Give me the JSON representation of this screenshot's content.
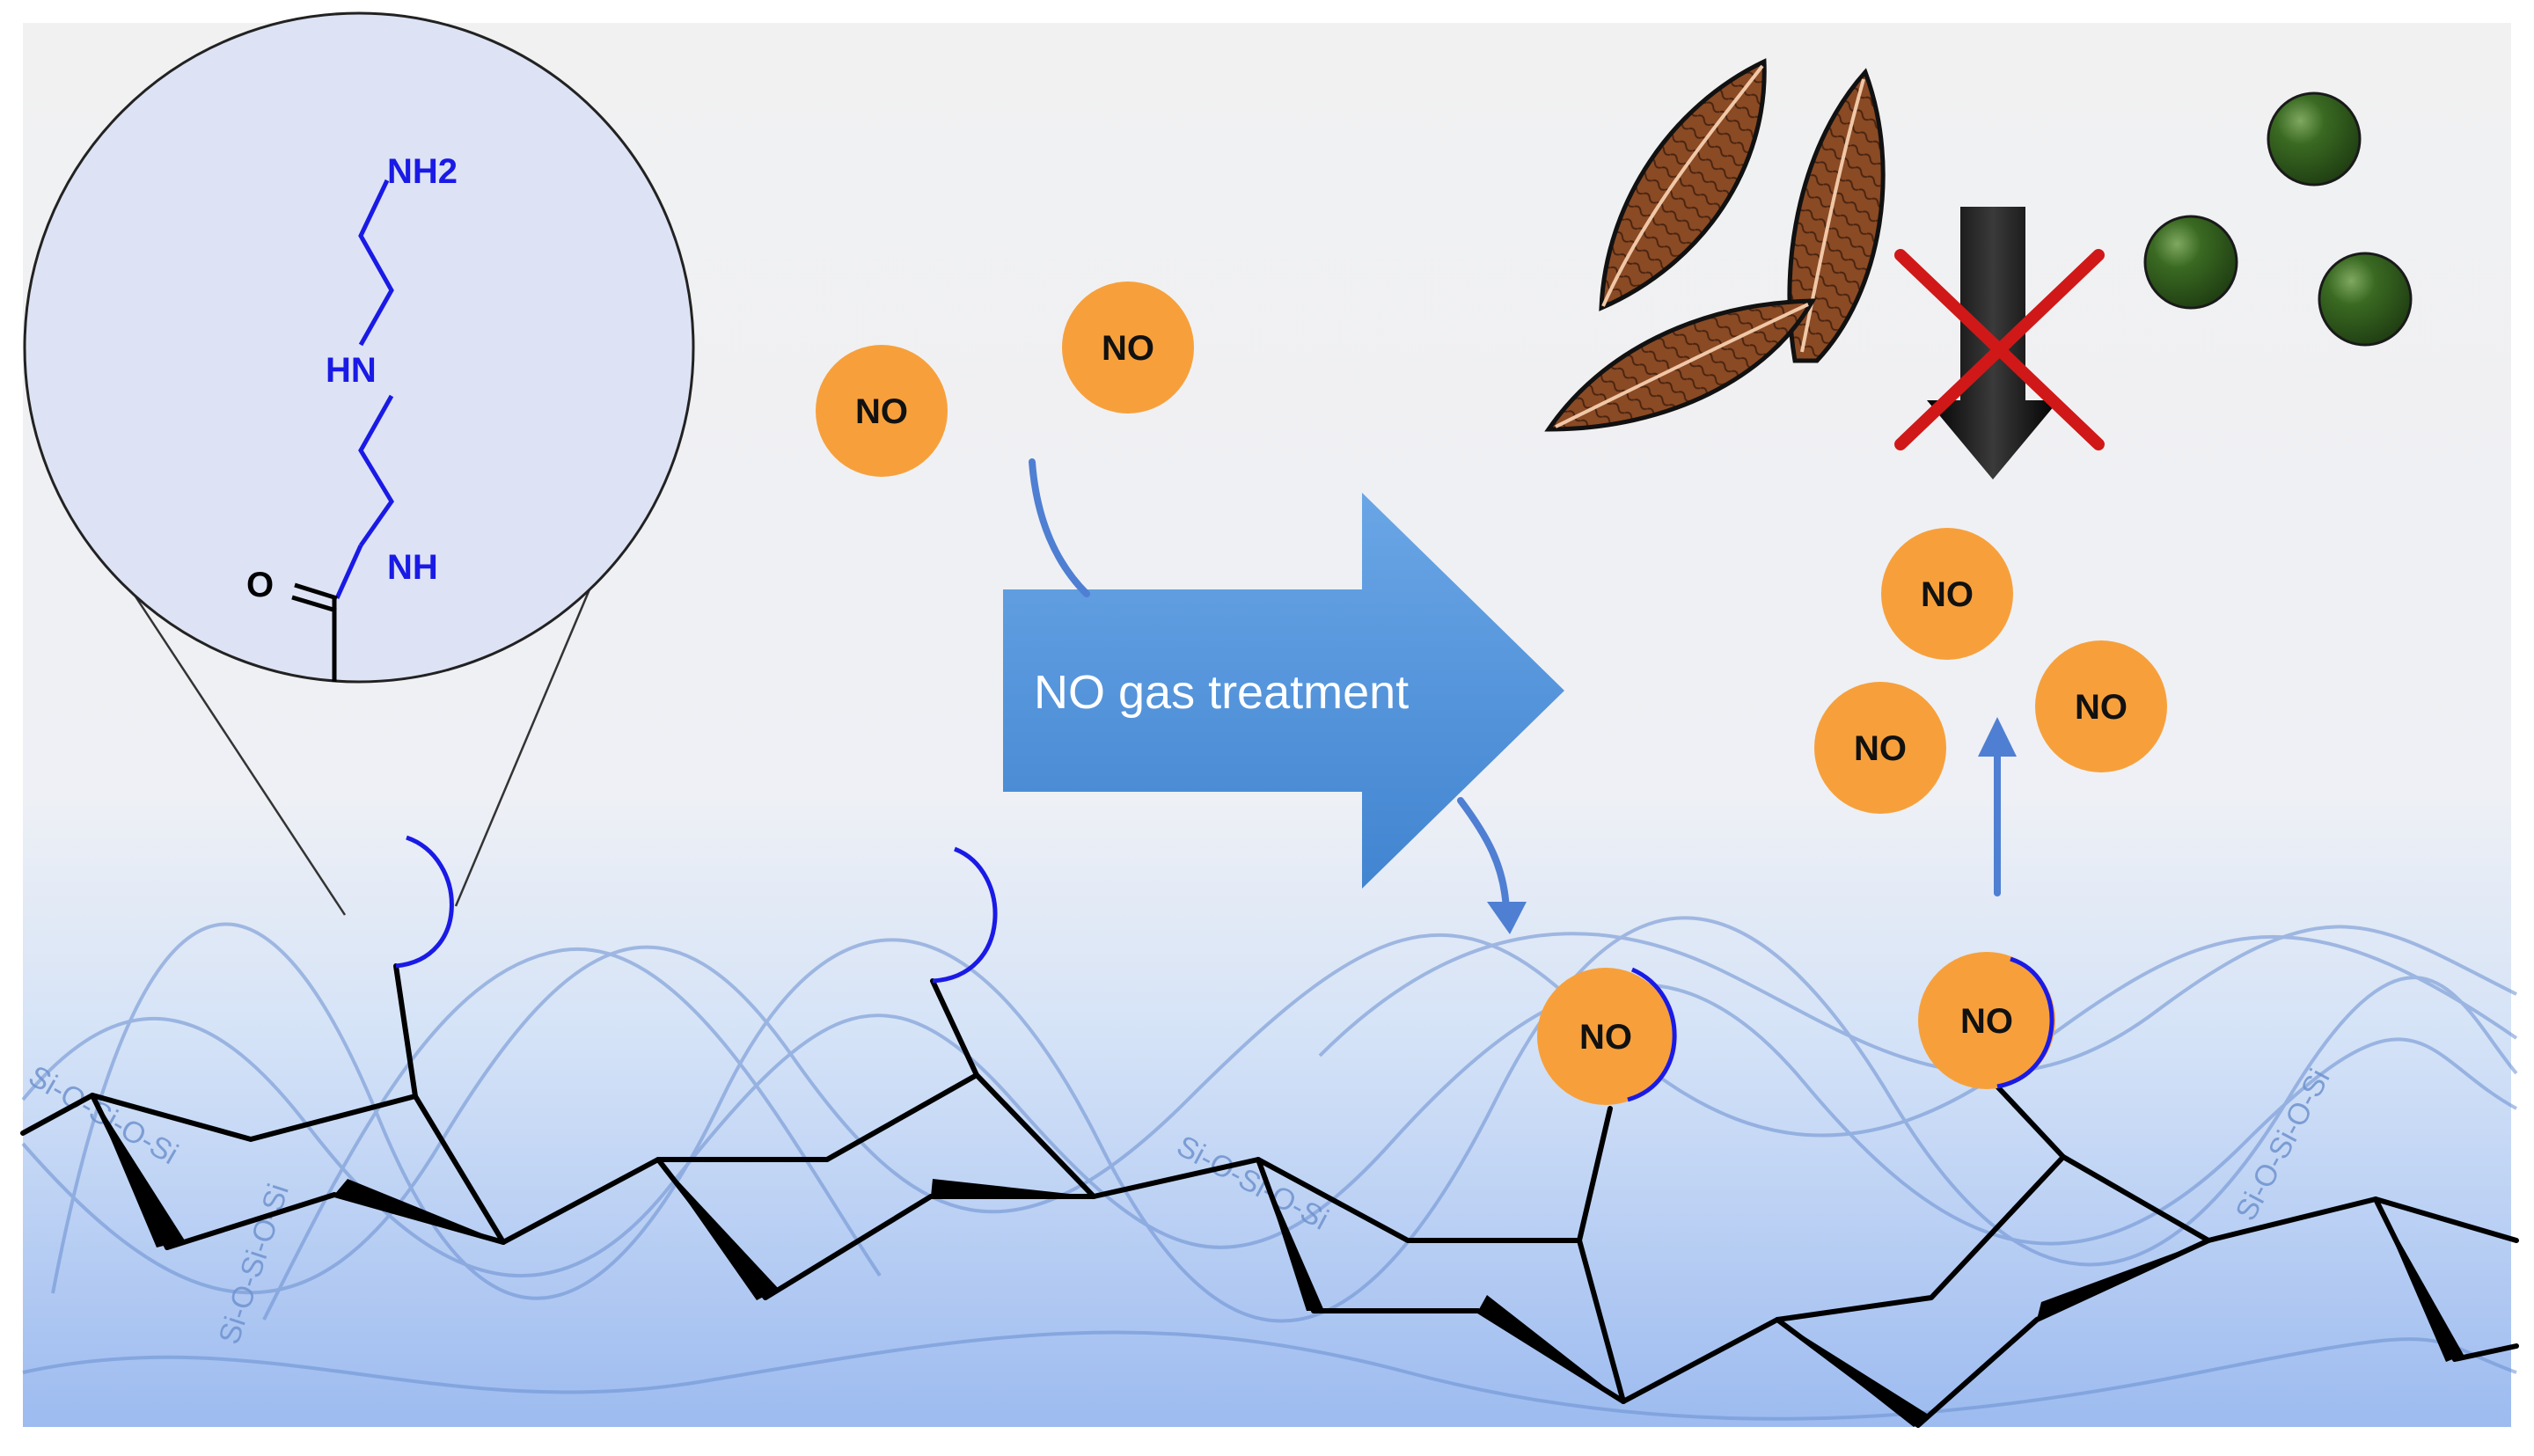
{
  "figure": {
    "arrow_label": "NO gas treatment",
    "molecule": {
      "labels": [
        "NH2",
        "HN",
        "NH",
        "O"
      ],
      "color_chain": "#1a1ae6",
      "color_backbone": "#000000"
    },
    "no_molecule_label": "NO",
    "no_molecule_color": "#f7a03b",
    "siloxane_label": "Si-O-Si-O-Si",
    "colors": {
      "arrow": "#4f8fd6",
      "background_bottom": "#9dbbf0",
      "bacteria": "#8a4a24",
      "spheres": "#2f5a1e",
      "cross": "#d01818"
    },
    "icons": [
      "magnifier-circle",
      "bacteria-rods",
      "cocci-spheres",
      "blocked-down-arrow",
      "release-arrow"
    ]
  }
}
